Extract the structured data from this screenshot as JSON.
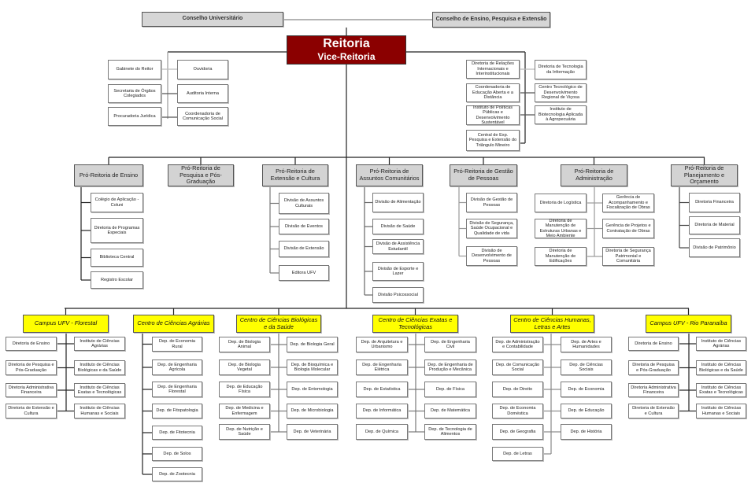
{
  "top": {
    "conselho_universitario": "Conselho Universitário",
    "conselho_ensino": "Conselho de Ensino, Pesquisa e Extensão",
    "reitoria": "Reitoria",
    "vice_reitoria": "Vice-Reitoria"
  },
  "staff_left": [
    "Gabinete do Reitor",
    "Ouvidoria",
    "Secretaria de Órgãos Colegiados",
    "Auditoria Interna",
    "Procuradoria Jurídica",
    "Coordenadoria de Comunicação Social"
  ],
  "staff_right": [
    "Diretoria de Relações Internacionais e Interinstitucionais",
    "Diretoria de Tecnologia da Informação",
    "Coordenadoria de Educação Aberta e a Distância",
    "Centro Tecnológico de Desenvolvimento Regional de Viçosa",
    "Instituto de Políticas Públicas e Desenvolvimento Sustentável",
    "Instituto de Biotecnologia Aplicada à Agropecuária",
    "Central de Exp. Pesquisa e Extensão do Triângulo Mineiro"
  ],
  "pro_reitorias": [
    {
      "title": "Pró-Reitoria de Ensino",
      "children": [
        "Colégio de Aplicação - Coluni",
        "Diretoria de Programas Especiais",
        "Biblioteca Central",
        "Registro Escolar"
      ]
    },
    {
      "title": "Pró-Reitoria de Pesquisa e Pós-Graduação",
      "children": []
    },
    {
      "title": "Pró-Reitoria de Extensão e Cultura",
      "children": [
        "Divisão de Assuntos Culturais",
        "Divisão de Eventos",
        "Divisão de Extensão",
        "Editora UFV"
      ]
    },
    {
      "title": "Pró-Reitoria de Assuntos Comunitários",
      "children": [
        "Divisão de Alimentação",
        "Divisão de Saúde",
        "Divisão de Assistência Estudantil",
        "Divisão de Esporte e Lazer",
        "Divisão Psicossocial"
      ]
    },
    {
      "title": "Pró-Reitoria de Gestão de Pessoas",
      "children": [
        "Divisão de Gestão de Pessoas",
        "Divisão de Segurança, Saúde Ocupacional e Qualidade de vida",
        "Divisão de Desenvolvimento de Pessoas"
      ]
    },
    {
      "title": "Pró-Reitoria de Administração",
      "children": [
        "Diretoria de Logística",
        "Gerência de Acompanhamento e Fiscalização de Obras",
        "Diretoria de Manutenção de Estruturas Urbanas e Meio Ambiente",
        "Gerência de Projetos e Contratação de Obras",
        "Diretoria de Manutenção de Edificações",
        "Diretoria de Segurança Patrimonial e Comunitária"
      ]
    },
    {
      "title": "Pró-Reitoria de Planejamento e Orçamento",
      "children": [
        "Diretoria Financeira",
        "Diretoria de Material",
        "Divisão de Patrimônio"
      ]
    }
  ],
  "centers": [
    {
      "title": "Campus UFV  -  Florestal",
      "children": [
        "Diretoria de Ensino",
        "Instituto de Ciências Agrárias",
        "Diretoria de Pesquisa e Pós-Graduação",
        "Instituto de Ciências Biológicas e da Saúde",
        "Diretoria Administrativa Financeira",
        "Instituto de Ciências Exatas e Tecnológicas",
        "Diretoria de Extensão e Cultura",
        "Instituto de Ciências Humanas e Sociais"
      ]
    },
    {
      "title": "Centro de Ciências Agrárias",
      "children": [
        "Dep. de Economia Rural",
        "Dep. de Engenharia Agrícola",
        "Dep. de Engenharia Florestal",
        "Dep. de Fitopatologia",
        "Dep. de Fitotecnia",
        "Dep. de Solos",
        "Dep. de Zootecnia"
      ]
    },
    {
      "title": "Centro de Ciências Biológicas e da Saúde",
      "children": [
        "Dep. de Biologia Animal",
        "Dep. de Biologia Geral",
        "Dep. de Biologia Vegetal",
        "Dep. de Bioquímica e Biologia Molecular",
        "Dep. de Educação Física",
        "Dep. de Entomologia",
        "Dep. de Medicina e Enfermagem",
        "Dep. de Microbiologia",
        "Dep. de Nutrição e Saúde",
        "Dep. de Veterinária"
      ]
    },
    {
      "title": "Centro de Ciências Exatas e Tecnológicas",
      "children": [
        "Dep. de Arquitetura e Urbanismo",
        "Dep. de Engenharia Civil",
        "Dep. de Engenharia Elétrica",
        "Dep. de Engenharia de Produção e Mecânica",
        "Dep. de Estatística",
        "Dep. de Física",
        "Dep. de Informática",
        "Dep. de Matemática",
        "Dep. de Química",
        "Dep. de Tecnologia de Alimentos"
      ]
    },
    {
      "title": "Centro de Ciências Humanas, Letras e Artes",
      "children": [
        "Dep. de Administração e Contabilidade",
        "Dep. de Artes e Humanidades",
        "Dep. de Comunicação Social",
        "Dep. de Ciências Sociais",
        "Dep. de Direito",
        "Dep. de Economia",
        "Dep. de Economia Doméstica",
        "Dep. de Educação",
        "Dep. de Geografia",
        "Dep. de História",
        "Dep. de Letras"
      ]
    },
    {
      "title": "Campus UFV  -  Rio Paranaíba",
      "children": [
        "Diretoria de Ensino",
        "Instituto de Ciências Agrárias",
        "Diretoria de Pesquisa e Pós-Graduação",
        "Instituto de Ciências Biológicas e da Saúde",
        "Diretoria Administrativa Financeira",
        "Instituto de Ciências Exatas e Tecnológicas",
        "Diretoria de Extensão e Cultura",
        "Instituto de Ciências Humanas e Sociais"
      ]
    }
  ]
}
